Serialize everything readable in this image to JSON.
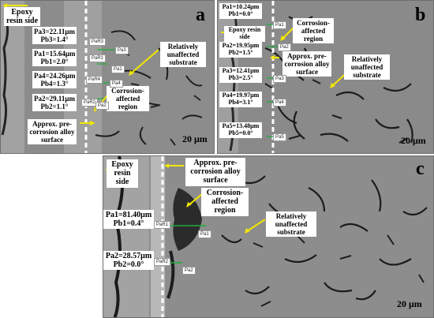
{
  "panel_a": {
    "letter": "a",
    "epoxy": "Epoxy resin side",
    "m3": "Pa3=22.11μm",
    "m3b": "Pb3=1.4°",
    "m1": "Pa1=15.64μm",
    "m1b": "Pb1=2.0°",
    "m4": "Pa4=24.26μm",
    "m4b": "Pb4=1.3°",
    "m2": "Pa2=29.11μm",
    "m2b": "Pb2=1.1°",
    "unaffected": "Relatively unaffected substrate",
    "affected": "Corrosion-affected region",
    "approx": "Approx. pre-corrosion alloy surface",
    "scale": "20 μm",
    "tags": [
      "PaR3",
      "Pa3",
      "PaR1",
      "Pa1",
      "PaR4",
      "Pa4",
      "PaR2",
      "Pa2"
    ]
  },
  "panel_b": {
    "letter": "b",
    "m1": "Pa1=10.24μm",
    "m1b": "Pb1=0.0°",
    "epoxy": "Epoxy resin side",
    "m2": "Pa2=19.95μm",
    "m2b": "Pb2=1.5°",
    "affected": "Corrosion-affected region",
    "approx": "Approx. pre-corrosion alloy surface",
    "unaffected": "Relatively unaffected substrate",
    "m3": "Pa3=12.41μm",
    "m3b": "Pb3=2.5°",
    "m4": "Pa4=19.97μm",
    "m4b": "Pb4=3.1°",
    "m5": "Pa5=13.48μm",
    "m5b": "Pb5=0.0°",
    "scale": "20 μm",
    "tags": [
      "Pa1",
      "Pa2",
      "Pa3",
      "Pa4",
      "Pa5"
    ]
  },
  "panel_c": {
    "letter": "c",
    "epoxy": "Epoxy resin side",
    "approx": "Approx. pre-corrosion alloy surface",
    "affected": "Corrosion-affected region",
    "unaffected": "Relatively unaffected substrate",
    "m1": "Pa1=81.40μm",
    "m1b": "Pb1=0.4°",
    "m2": "Pa2=28.57μm",
    "m2b": "Pb2=0.0°",
    "scale": "20 μm",
    "tags": [
      "PaR1",
      "Pa1",
      "PaR2",
      "Pa2"
    ]
  },
  "colors": {
    "arrow": "#f2e600",
    "measure": "#1fae3a",
    "dash": "#ffffff",
    "crack": "#1a1a1a"
  }
}
